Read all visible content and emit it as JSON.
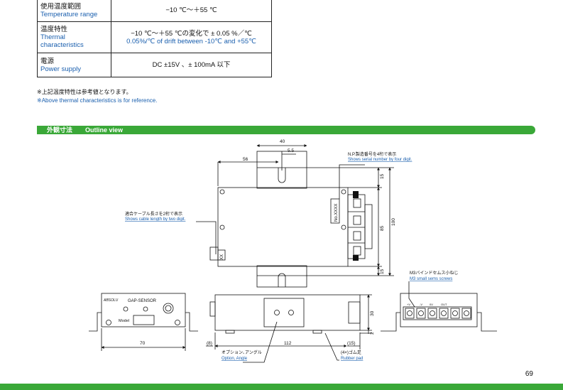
{
  "table": {
    "rows": [
      {
        "label_jp": "使用温度範囲",
        "label_en": "Temperature range",
        "value_jp": "−10 ℃〜＋55 ℃",
        "value_en": ""
      },
      {
        "label_jp": "温度特性",
        "label_en": "Thermal characteristics",
        "value_jp": "−10 ℃〜＋55 ℃の変化で ± 0.05 %／℃",
        "value_en": "0.05%/℃ of drift between -10℃ and +55℃"
      },
      {
        "label_jp": "電源",
        "label_en": "Power supply",
        "value_jp": "DC ±15V 、± 100mA 以下",
        "value_en": ""
      }
    ]
  },
  "notes": {
    "jp": "※上記温度特性は参考値となります。",
    "en": "※Above thermal characteristics is for reference."
  },
  "section": {
    "title_jp": "外観寸法",
    "title_en": "Outline view"
  },
  "drawing": {
    "callouts": {
      "serial_jp": "N.P.製造番号を4桁で表示",
      "serial_en": "Shows serial number by four digit.",
      "cable_jp": "適合ケーブル長さを2桁で表示",
      "cable_en": "Shows cable length by two digit.",
      "screws_jp": "M3バインドセムス小ねじ",
      "screws_en": "M3 small sems screws",
      "option_jp": "オプション､アングル",
      "option_en": "Option, Angle",
      "pad_jp": "(4×)ゴム足",
      "pad_en": "Rubber pad"
    },
    "dims": {
      "d40": "40",
      "d5_5": "5.5",
      "d56": "56",
      "d15a": "15",
      "d15b": "15",
      "d85": "85",
      "d100": "100",
      "d70": "70",
      "d8": "(8)",
      "d112": "112",
      "d15c": "(15)",
      "d30": "30",
      "d2": "2"
    },
    "marks": {
      "serial_box": "No.XXXX",
      "cable_box": "XX",
      "brand": "ABSOLU",
      "product": "GAP-SENSOR",
      "model": "Model",
      "term1": "+V",
      "term2": "-V",
      "term3": "0V",
      "term4": "OUT"
    }
  },
  "page_number": "69"
}
